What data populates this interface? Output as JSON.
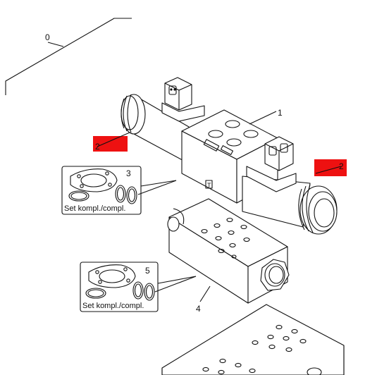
{
  "callouts": {
    "c0": "0",
    "c1": "1",
    "c2a": "2",
    "c2b": "2",
    "c3": "3",
    "c4": "4",
    "c5": "5"
  },
  "set_labels": {
    "top": "Set kompl./compl.",
    "bottom": "Set kompl./compl."
  },
  "colors": {
    "highlight": "#ee1111",
    "line": "#111111",
    "background": "#ffffff"
  }
}
